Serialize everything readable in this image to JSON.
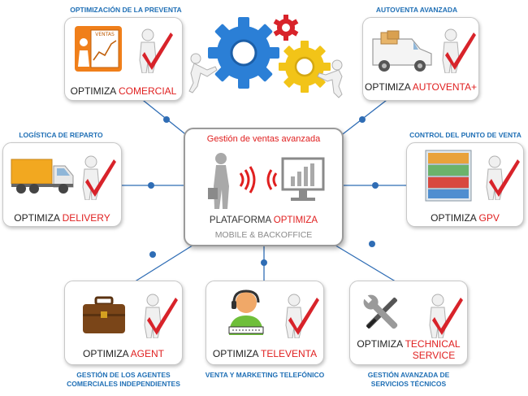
{
  "center": {
    "title": "Gestión de ventas avanzada",
    "platform_prefix": "PLATAFORMA",
    "platform_highlight": "OPTIMIZA",
    "subtitle": "MOBILE & BACKOFFICE"
  },
  "modules": {
    "comercial": {
      "caption": "OPTIMIZACIÓN DE LA PREVENTA",
      "prefix": "OPTIMIZA",
      "highlight": "COMERCIAL",
      "icon_text": "VENTAS"
    },
    "autoventa": {
      "caption": "AUTOVENTA AVANZADA",
      "prefix": "OPTIMIZA",
      "highlight": "AUTOVENTA+"
    },
    "delivery": {
      "caption": "LOGÍSTICA DE REPARTO",
      "prefix": "OPTIMIZA",
      "highlight": "DELIVERY"
    },
    "gpv": {
      "caption": "CONTROL DEL PUNTO DE VENTA",
      "prefix": "OPTIMIZA",
      "highlight": "GPV"
    },
    "agent": {
      "caption_line1": "GESTIÓN DE LOS AGENTES",
      "caption_line2": "COMERCIALES INDEPENDIENTES",
      "prefix": "OPTIMIZA",
      "highlight": "AGENT"
    },
    "televenta": {
      "caption": "VENTA Y MARKETING TELEFÓNICO",
      "prefix": "OPTIMIZA",
      "highlight": "TELEVENTA"
    },
    "technical": {
      "caption_line1": "GESTIÓN AVANZADA DE",
      "caption_line2": "SERVICIOS TÉCNICOS",
      "prefix": "OPTIMIZA",
      "highlight_line1": "TECHNICAL",
      "highlight_line2": "SERVICE"
    }
  },
  "colors": {
    "caption_blue": "#1f6fb5",
    "highlight_red": "#e02020",
    "gear_blue": "#2b7fd6",
    "gear_yellow": "#f2c418",
    "gear_red": "#d8232a",
    "connector": "#2f6db5"
  }
}
